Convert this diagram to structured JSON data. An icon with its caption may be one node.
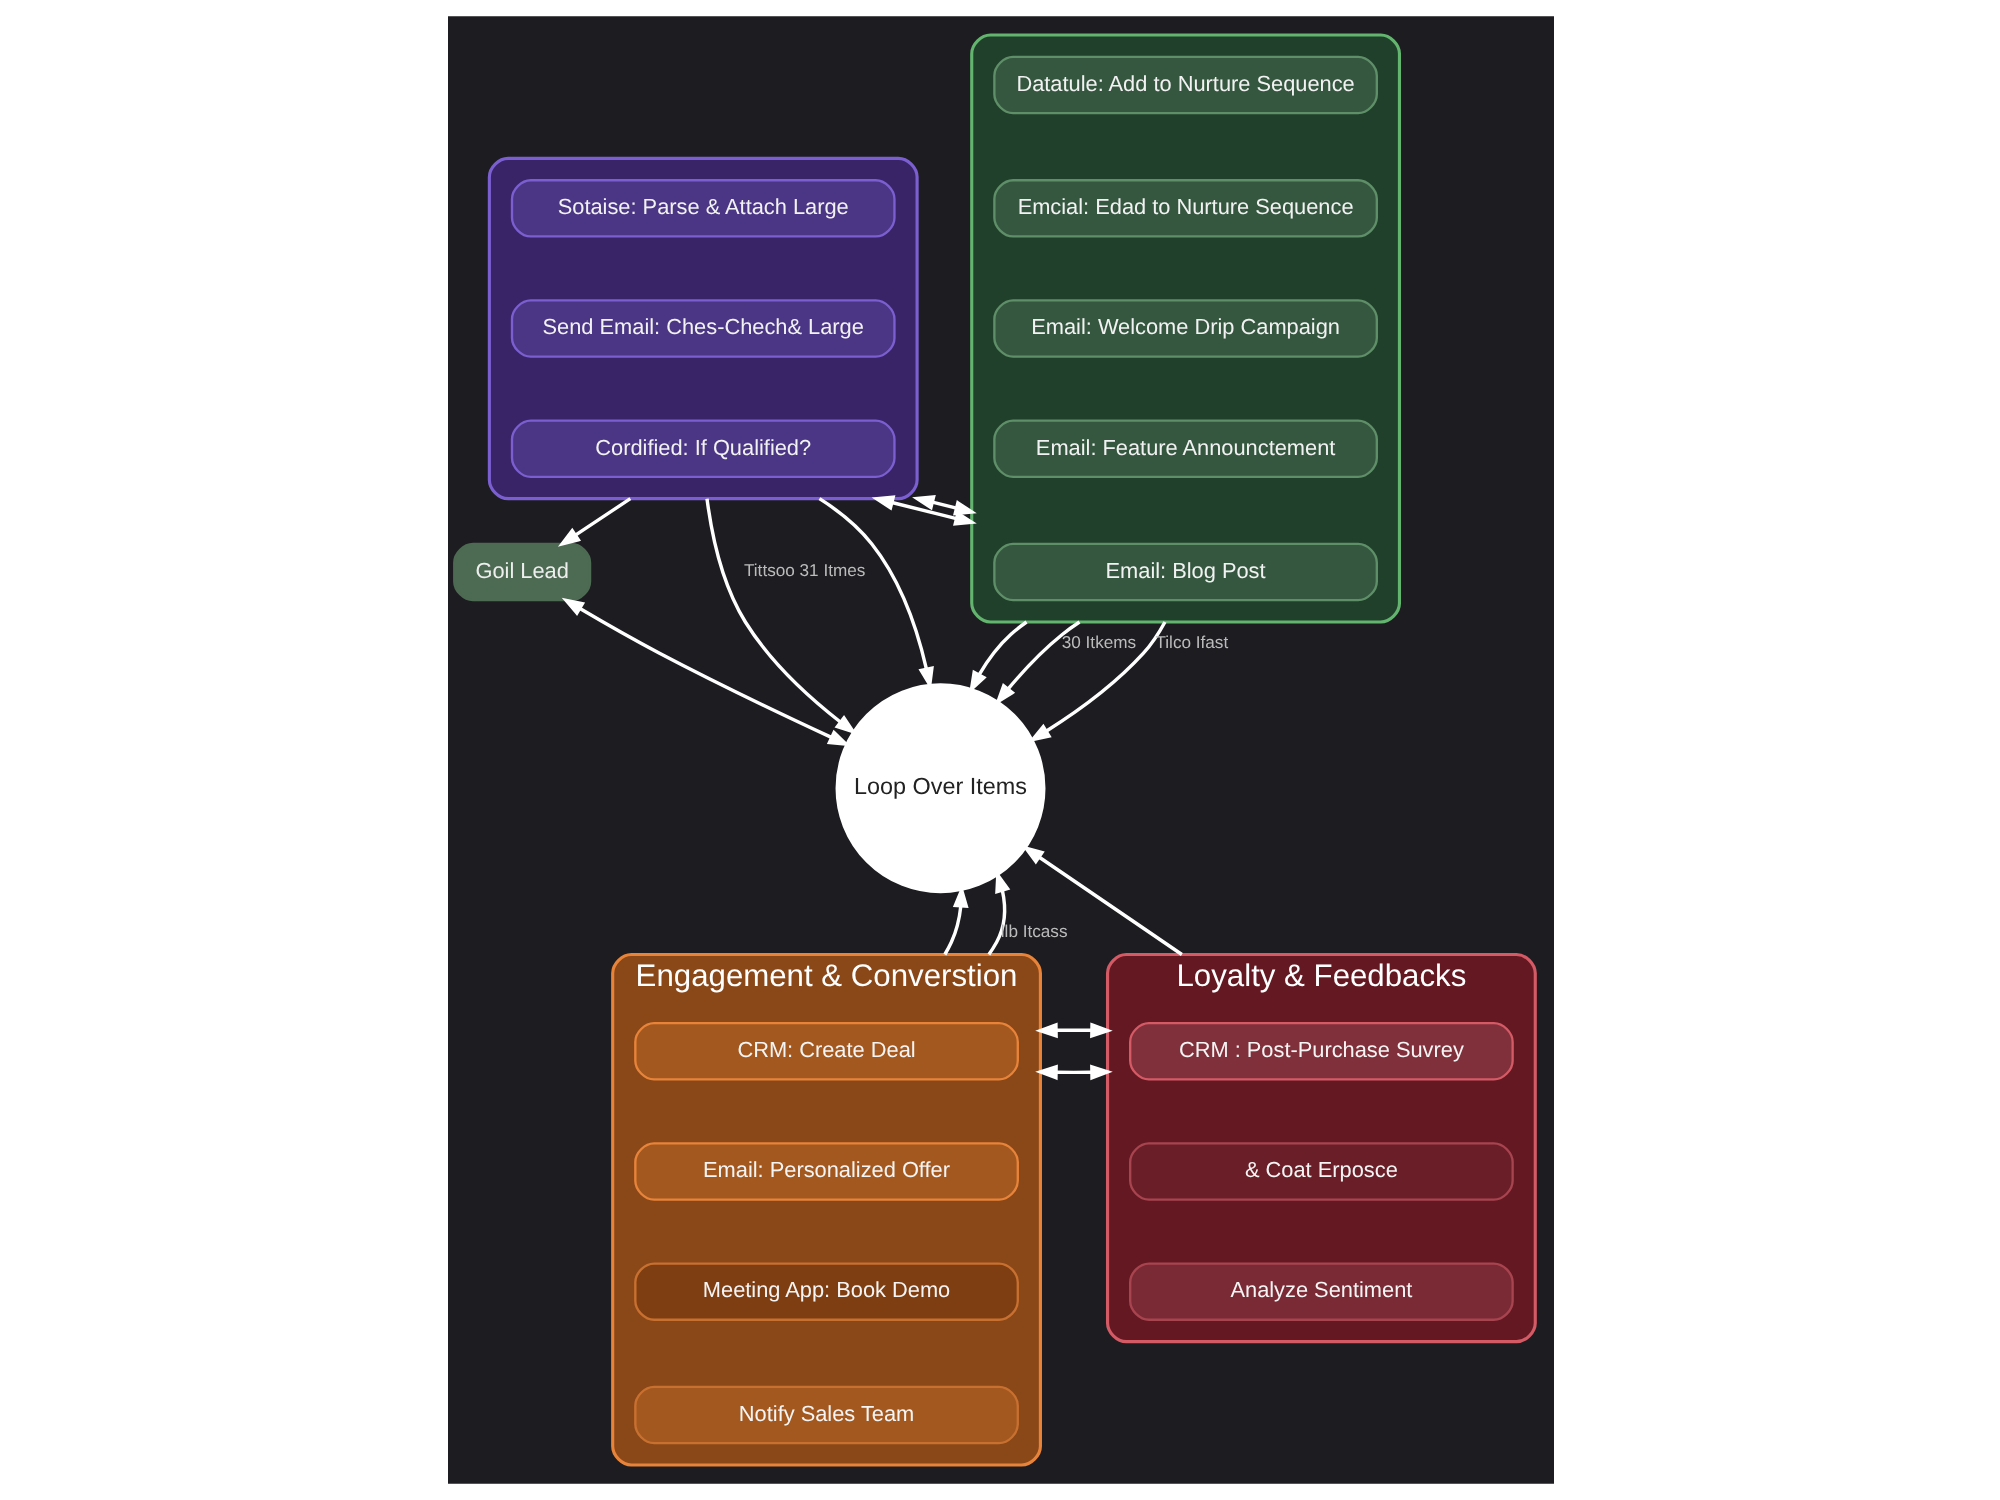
{
  "diagram": {
    "nodes": [
      {
        "text": [],
        "shape": "box"
      },
      {
        "text": [
          "Sotaise: Parse & Attach Large"
        ],
        "in": 0
      },
      {
        "text": [
          "Send Email: Ches-Chech& Large"
        ],
        "in": 0
      },
      {
        "text": [
          "Cordified: If Qualified?"
        ],
        "in": 0
      },
      {
        "text": [],
        "shape": "box"
      },
      {
        "text": [
          "Datatule: Add to Nurture Sequence"
        ],
        "in": 4
      },
      {
        "text": [
          "Emcial: Edad to Nurture Sequence"
        ],
        "in": 4
      },
      {
        "text": [
          "Email: Welcome Drip Campaign"
        ],
        "in": 4
      },
      {
        "text": [
          "Email: Feature Announctement"
        ],
        "in": 4
      },
      {
        "text": [
          "Email: Blog Post"
        ],
        "in": 4
      },
      {
        "text": [
          "Goil Lead"
        ]
      },
      {
        "text": [
          "Loop Over Items"
        ]
      },
      {
        "text": [
          "Engagement & Converstion"
        ]
      },
      {
        "text": [
          "CRM: Create Deal"
        ],
        "in": 12
      },
      {
        "text": [
          "Email: Personalized Offer"
        ],
        "in": 12
      },
      {
        "text": [
          "Meeting App: Book Demo"
        ],
        "in": 12
      },
      {
        "text": [
          "Notify Sales Team"
        ],
        "in": 12
      },
      {
        "text": [
          "Loyalty & Feedbacks"
        ]
      },
      {
        "text": [
          "CRM : Post-Purchase Suvrey"
        ],
        "in": 17
      },
      {
        "text": [
          "& Coat Erposce"
        ],
        "in": 17
      },
      {
        "text": [
          "Analyze Sentiment"
        ],
        "in": 17
      }
    ],
    "edges": [
      {
        "from": 0,
        "to": 4,
        "arrow": "both"
      },
      {
        "from": 0,
        "to": 4,
        "arrow": "both"
      },
      {
        "from": 0,
        "to": 11,
        "arrow": "to",
        "label": "Tittsoo 31 Itmes"
      },
      {
        "from": 10,
        "to": 11,
        "arrow": "both"
      },
      {
        "from": 0,
        "to": 10,
        "arrow": "to"
      },
      {
        "from": 0,
        "to": 11,
        "arrow": "to"
      },
      {
        "from": 4,
        "to": 11,
        "arrow": "to"
      },
      {
        "from": 4,
        "to": 11,
        "arrow": "to",
        "label": "30 Itkems"
      },
      {
        "from": 4,
        "to": 11,
        "arrow": "to",
        "label": "Tilco Ifast"
      },
      {
        "from": 12,
        "to": 17,
        "arrow": "both"
      },
      {
        "from": 12,
        "to": 17,
        "arrow": "both"
      },
      {
        "from": 12,
        "to": 11,
        "arrow": "to"
      },
      {
        "from": 12,
        "to": 11,
        "arrow": "to",
        "label": "llb Itcass"
      },
      {
        "from": 17,
        "to": 11,
        "arrow": "to"
      }
    ]
  }
}
